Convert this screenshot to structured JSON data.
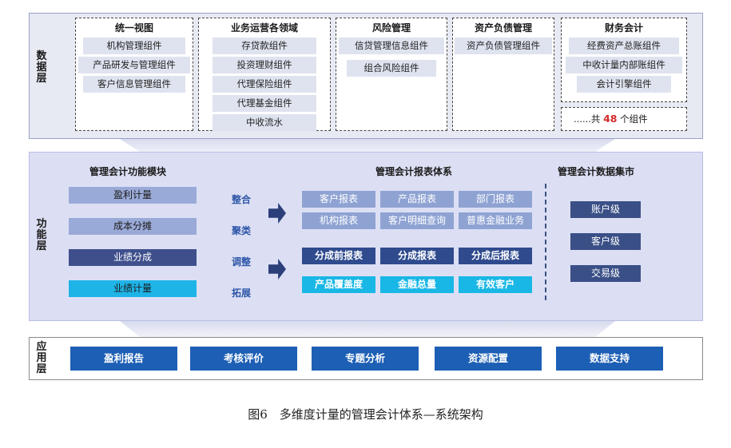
{
  "layers": {
    "data": "数据层",
    "function": "功能层",
    "application": "应用层"
  },
  "data_layer": {
    "groups": [
      {
        "title": "统一视图",
        "components": [
          "机构管理组件",
          "产品研发与管理组件",
          "客户信息管理组件"
        ]
      },
      {
        "title": "业务运营各领域",
        "components": [
          "存贷款组件",
          "投资理财组件",
          "代理保险组件",
          "代理基金组件",
          "中收流水"
        ]
      },
      {
        "title": "风险管理",
        "components": [
          "信贷管理信息组件",
          "组合风险组件"
        ]
      },
      {
        "title": "资产负债管理",
        "components": [
          "资产负债管理组件"
        ]
      },
      {
        "title": "财务会计",
        "components": [
          "经费资产总账组件",
          "中收计量内部账组件",
          "会计引擎组件"
        ]
      }
    ],
    "total": {
      "prefix": "......共 ",
      "count": "48",
      "suffix": " 个组件"
    }
  },
  "function_layer": {
    "modules_title": "管理会计功能模块",
    "modules": [
      "盈利计量",
      "成本分摊",
      "业绩分成",
      "业绩计量"
    ],
    "verbs": [
      "整合",
      "聚类",
      "调整",
      "拓展"
    ],
    "reports_title": "管理会计报表体系",
    "reports_row1": [
      "客户报表",
      "产品报表",
      "部门报表"
    ],
    "reports_row2": [
      "机构报表",
      "客户明细查询",
      "普惠金融业务"
    ],
    "reports_row3": [
      "分成前报表",
      "分成报表",
      "分成后报表"
    ],
    "reports_row4": [
      "产品覆盖度",
      "金融总量",
      "有效客户"
    ],
    "mart_title": "管理会计数据集市",
    "mart_items": [
      "账户级",
      "客户级",
      "交易级"
    ]
  },
  "app_layer": {
    "items": [
      "盈利报告",
      "考核评价",
      "专题分析",
      "资源配置",
      "数据支持"
    ]
  },
  "caption": "图6　多维度计量的管理会计体系—系统架构",
  "colors": {
    "module_1": "#9aaad8",
    "module_2": "#9aaad8",
    "module_3": "#3e4f8c",
    "module_4": "#1fb4e8",
    "app_button": "#1d5fb4"
  }
}
